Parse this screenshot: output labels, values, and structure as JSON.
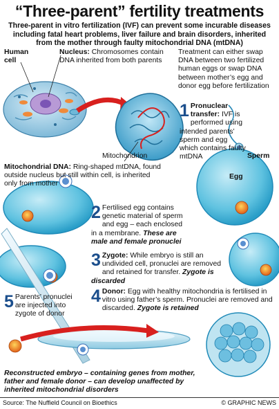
{
  "title": "“Three-parent” fertility treatments",
  "subtitle": "Three-parent in vitro fertilization (IVF) can prevent some incurable diseases including fatal heart problems, liver failure and brain disorders, inherited from the mother through faulty mitochondrial DNA (mtDNA)",
  "labels": {
    "human_cell": "Human cell",
    "nucleus_head": "Nucleus:",
    "nucleus_body": "Chromosomes contain DNA inherited from both parents",
    "mitochondrion": "Mitochondrion",
    "mtdna_head": "Mitochondrial DNA:",
    "mtdna_body": "Ring-shaped mtDNA, found outside nucleus but still within cell, is inherited only from mother",
    "sperm": "Sperm",
    "egg": "Egg"
  },
  "intro": "Treatment can either swap DNA between two fertilized human eggs or swap DNA between mother’s egg and donor egg before fertilization",
  "steps": [
    {
      "num": "1",
      "head": "Pronuclear transfer:",
      "body": "IVF is performed using intended parents’ sperm and egg which contains faulty mtDNA",
      "tail": ""
    },
    {
      "num": "2",
      "head": "",
      "body": "Fertilised egg contains genetic material of sperm and egg – each enclosed in a membrane.",
      "tail": "These are male and female pronuclei"
    },
    {
      "num": "3",
      "head": "Zygote:",
      "body": "While embryo is still an undivided cell, pronuclei are removed and retained for transfer.",
      "tail": "Zygote is discarded"
    },
    {
      "num": "4",
      "head": "Donor:",
      "body": "Egg with healthy mitochondria is fertilised in vitro using father’s sperm. Pronuclei are removed and discarded.",
      "tail": "Zygote is retained"
    },
    {
      "num": "5",
      "head": "",
      "body": "Parents’ pronuclei are injected into zygote of donor",
      "tail": ""
    }
  ],
  "reconstructed": "Reconstructed embryo – containing genes from mother, father and female donor – can develop unaffected by inherited mitochondrial disorders",
  "source": "Source: The Nuffield Council on Bioethics",
  "credit": "© GRAPHIC NEWS",
  "watermark": "© GRAPHIC NEWS"
}
